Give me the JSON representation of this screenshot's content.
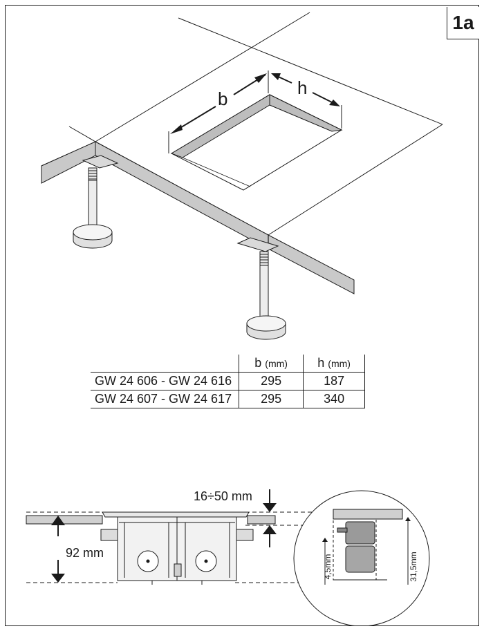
{
  "figure_label": "1a",
  "cutout": {
    "width_label": "b",
    "height_label": "h"
  },
  "table": {
    "headers": [
      {
        "letter": "b",
        "unit": "(mm)"
      },
      {
        "letter": "h",
        "unit": "(mm)"
      }
    ],
    "rows": [
      {
        "model": "GW 24 606 - GW 24 616",
        "b": "295",
        "h": "187"
      },
      {
        "model": "GW 24 607 - GW 24 617",
        "b": "295",
        "h": "340"
      }
    ]
  },
  "section": {
    "floor_thickness": "16÷50 mm",
    "box_depth": "92 mm",
    "detail_dim_small": "4,5mm",
    "detail_dim_large": "31,5mm"
  }
}
